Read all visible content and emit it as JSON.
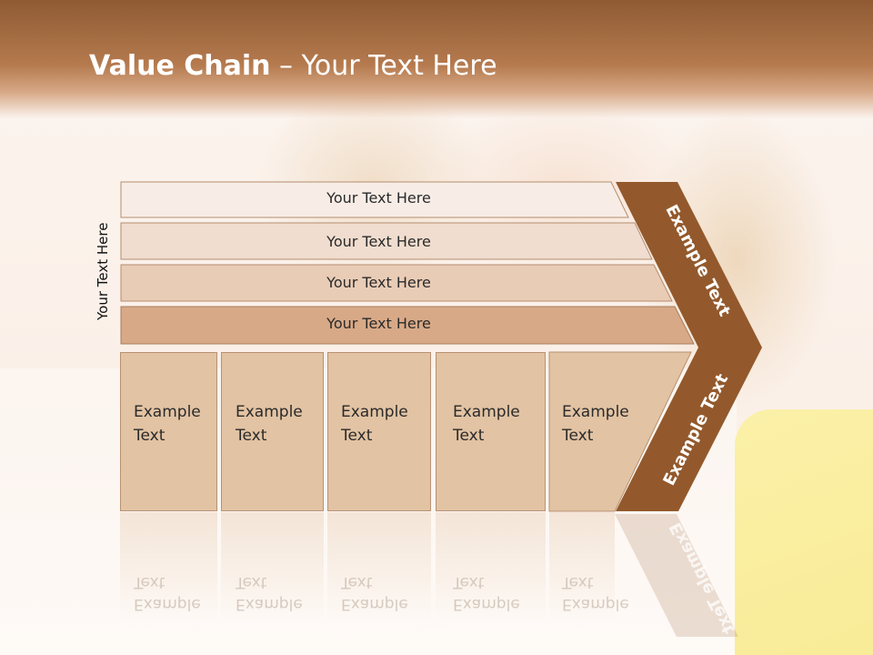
{
  "title": {
    "bold": "Value Chain",
    "rest": " – Your Text Here"
  },
  "side_label": "Your Text Here",
  "rows": [
    {
      "label": "Your Text Here"
    },
    {
      "label": "Your Text Here"
    },
    {
      "label": "Your Text Here"
    },
    {
      "label": "Your Text Here"
    }
  ],
  "columns": [
    {
      "line1": "Example",
      "line2": "Text"
    },
    {
      "line1": "Example",
      "line2": "Text"
    },
    {
      "line1": "Example",
      "line2": "Text"
    },
    {
      "line1": "Example",
      "line2": "Text"
    },
    {
      "line1": "Example",
      "line2": "Text"
    }
  ],
  "arrow": {
    "upper_label": "Example Text",
    "lower_label": "Example Text"
  },
  "colors": {
    "header": "#8f5a33",
    "arrow": "#93592c",
    "row1": "#f7ede6",
    "row2": "#f0ddcf",
    "row3": "#e9ccb6",
    "row4": "#d8a987",
    "column": "#e2c3a3"
  }
}
